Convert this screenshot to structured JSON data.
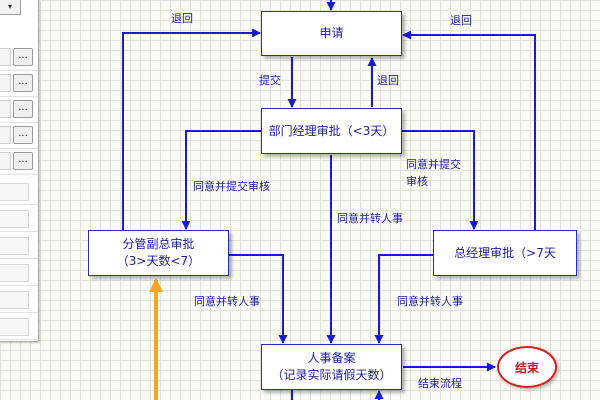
{
  "panel": {
    "dropdown": "▾",
    "button_label": "..."
  },
  "nodes": {
    "apply": "申请",
    "dept": "部门经理审批（<3天）",
    "deputy_line1": "分管副总审批",
    "deputy_line2": "（3>天数<7）",
    "gm": "总经理审批（>7天",
    "hr_line1": "人事备案",
    "hr_line2": "（记录实际请假天数）",
    "end": "结束"
  },
  "edges": {
    "return_left": "退回",
    "return_right": "退回",
    "submit": "提交",
    "return_mid": "退回",
    "agree_submit_left": "同意并提交审核",
    "agree_submit_right_1": "同意并提交",
    "agree_submit_right_2": "审核",
    "agree_hr_mid": "同意并转人事",
    "agree_hr_left": "同意并转人事",
    "agree_hr_right": "同意并转人事",
    "end_flow": "结束流程"
  },
  "colors": {
    "edge": "#1a1ad6",
    "node_text": "#1d1d9a",
    "highlight_arrow": "#f5a623",
    "end_border": "#d92020"
  }
}
